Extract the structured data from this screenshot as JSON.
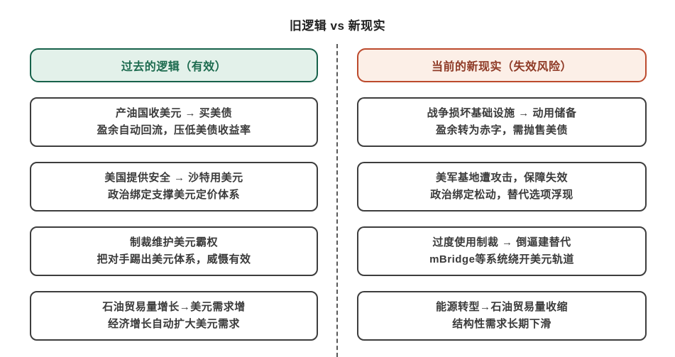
{
  "title": "旧逻辑 vs 新现实",
  "colors": {
    "left_accent": "#1d6b4f",
    "left_fill": "#e3f1ea",
    "left_border": "#17614a",
    "right_accent": "#8e3a26",
    "right_fill": "#fcefe7",
    "right_border": "#bc4a2d",
    "card_border": "#3d3d3d",
    "card_text": "#3a3a3a",
    "divider": "#585858",
    "background": "#ffffff"
  },
  "left_column": {
    "header": "过去的逻辑（有效）",
    "cards": [
      {
        "line1": "产油国收美元 → 买美债",
        "line2": "盈余自动回流，压低美债收益率"
      },
      {
        "line1": "美国提供安全 → 沙特用美元",
        "line2": "政治绑定支撑美元定价体系"
      },
      {
        "line1": "制裁维护美元霸权",
        "line2": "把对手踢出美元体系，威慑有效"
      },
      {
        "line1": "石油贸易量增长→美元需求增",
        "line2": "经济增长自动扩大美元需求"
      }
    ]
  },
  "right_column": {
    "header": "当前的新现实（失效风险）",
    "cards": [
      {
        "line1": "战争损坏基础设施 → 动用储备",
        "line2": "盈余转为赤字，需抛售美债"
      },
      {
        "line1": "美军基地遭攻击，保障失效",
        "line2": "政治绑定松动，替代选项浮现"
      },
      {
        "line1": "过度使用制裁 → 倒逼建替代",
        "line2": "mBridge等系统绕开美元轨道"
      },
      {
        "line1": "能源转型→石油贸易量收缩",
        "line2": "结构性需求长期下滑"
      }
    ]
  }
}
